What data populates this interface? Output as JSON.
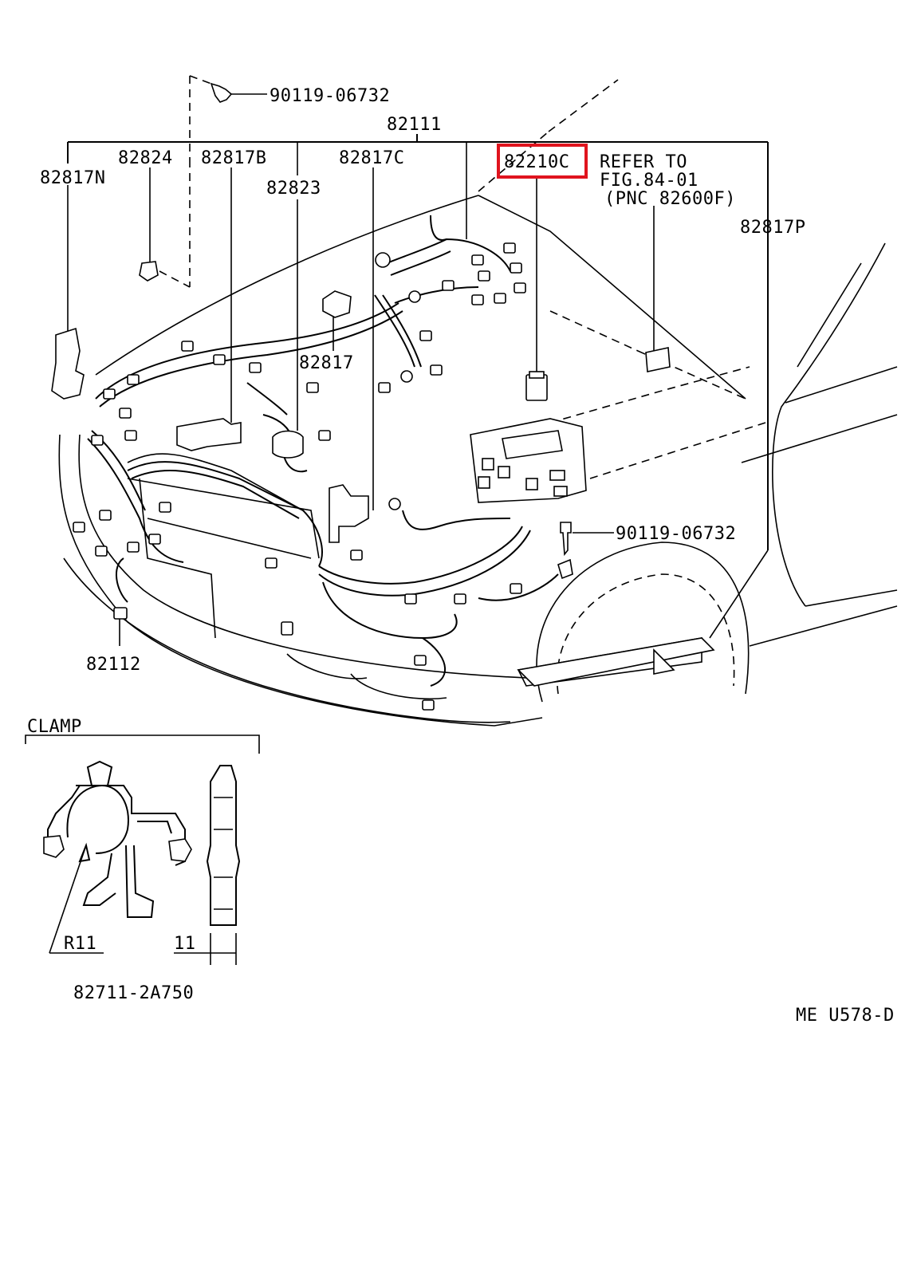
{
  "labels": {
    "bolt_top": "90119-06732",
    "harness": "82111",
    "l_82817N": "82817N",
    "l_82824": "82824",
    "l_82817B": "82817B",
    "l_82823": "82823",
    "l_82817C": "82817C",
    "l_82210C": "82210C",
    "refer_line1": "REFER TO",
    "refer_line2": "FIG.84-01",
    "refer_line3": "(PNC 82600F)",
    "l_82817P": "82817P",
    "l_82817": "82817",
    "bolt_mid": "90119-06732",
    "l_82112": "82112",
    "clamp_title": "CLAMP",
    "radius": "R11",
    "width": "11",
    "clamp_part": "82711-2A750",
    "figure_code": "ME  U578-D"
  },
  "highlight": {
    "target": "82210C",
    "color": "#e0141e"
  },
  "colors": {
    "line": "#000000",
    "background": "#ffffff"
  }
}
